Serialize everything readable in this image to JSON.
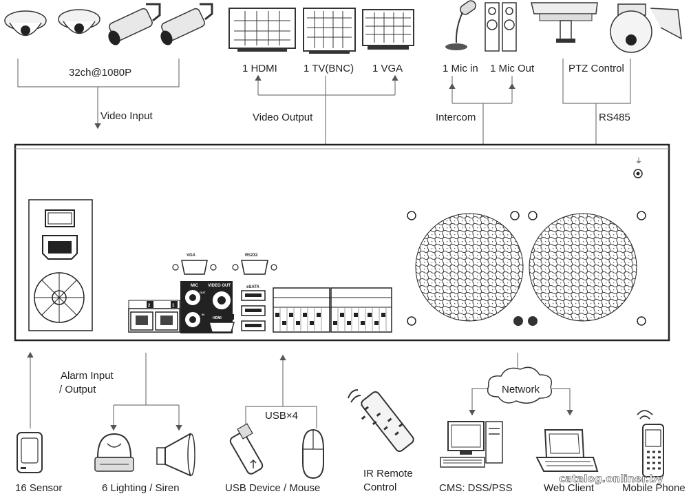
{
  "top": {
    "camera_channels": "32ch@1080P",
    "video_input": "Video Input",
    "out_hdmi": "1 HDMI",
    "out_tv": "1 TV(BNC)",
    "out_vga": "1 VGA",
    "video_output": "Video Output",
    "mic_in": "1 Mic in",
    "mic_out": "1 Mic Out",
    "intercom": "Intercom",
    "ptz_control": "PTZ Control",
    "rs485": "RS485"
  },
  "panel": {
    "vga": "VGA",
    "rs232": "RS232",
    "mic": "MIC",
    "video_out": "VIDEO OUT",
    "out": "OUT",
    "in": "IN",
    "hdmi": "HDMI",
    "esata": "eSATA",
    "lan1": "1",
    "lan2": "2"
  },
  "bottom": {
    "sensor": "16 Sensor",
    "alarm_io_1": "Alarm Input",
    "alarm_io_2": "/ Output",
    "lighting_siren": "6 Lighting / Siren",
    "usb_count": "USB×4",
    "usb_device": "USB Device / Mouse",
    "ir_remote_1": "IR Remote",
    "ir_remote_2": "Control",
    "network": "Network",
    "cms": "CMS: DSS/PSS",
    "web_client": "Web Client",
    "mobile_phone": "Mobile Phone"
  },
  "watermark": "catalog.onliner.by"
}
